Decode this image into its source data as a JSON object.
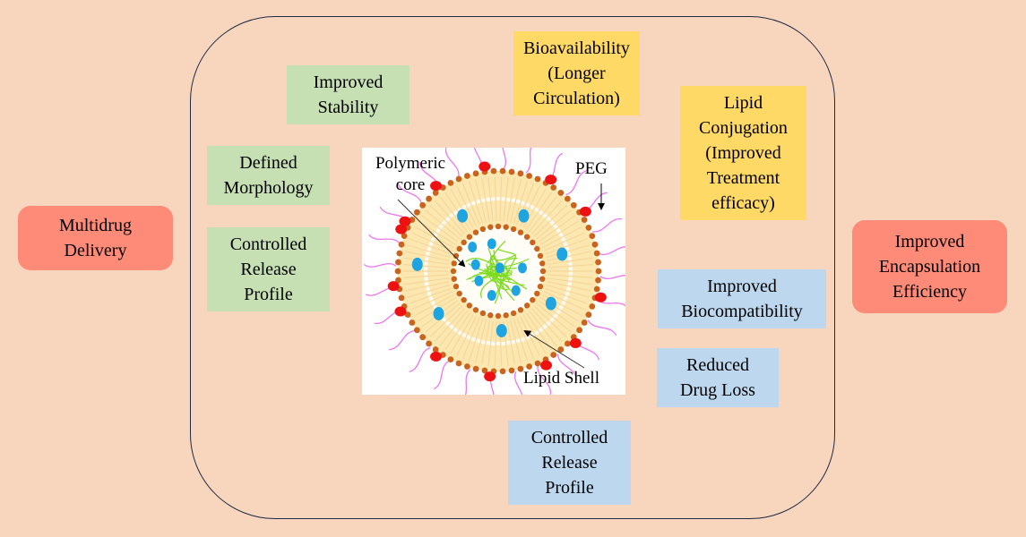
{
  "outer_nodes": {
    "left": {
      "label": "Multidrug\nDelivery",
      "color": "#fe8a78"
    },
    "right": {
      "label": "Improved\nEncapsulation\nEfficiency",
      "color": "#fe8a78"
    }
  },
  "green_boxes": [
    {
      "label": "Improved\nStability"
    },
    {
      "label": "Defined\nMorphology"
    },
    {
      "label": "Controlled\nRelease\nProfile"
    }
  ],
  "yellow_boxes": [
    {
      "label": "Bioavailability\n(Longer\nCirculation)"
    },
    {
      "label": "Lipid\nConjugation\n(Improved\nTreatment\nefficacy)"
    }
  ],
  "blue_boxes": [
    {
      "label": "Improved\nBiocompatibility"
    },
    {
      "label": "Reduced\nDrug Loss"
    },
    {
      "label": "Controlled\nRelease\nProfile"
    }
  ],
  "figure": {
    "labels": {
      "polymeric_core": "Polymeric\ncore",
      "peg": "PEG",
      "lipid_shell": "Lipid Shell"
    }
  },
  "colors": {
    "background": "#f8d5bd",
    "green": "#c6e0b4",
    "yellow": "#ffd966",
    "blue": "#bdd7ee",
    "red": "#fe8a78",
    "drug": "#1ea4e0",
    "ligand": "#ee1111",
    "peg": "#ee77ee",
    "head": "#c8641e",
    "tail": "#fde7b0",
    "polymer": "#7ddc1f"
  }
}
